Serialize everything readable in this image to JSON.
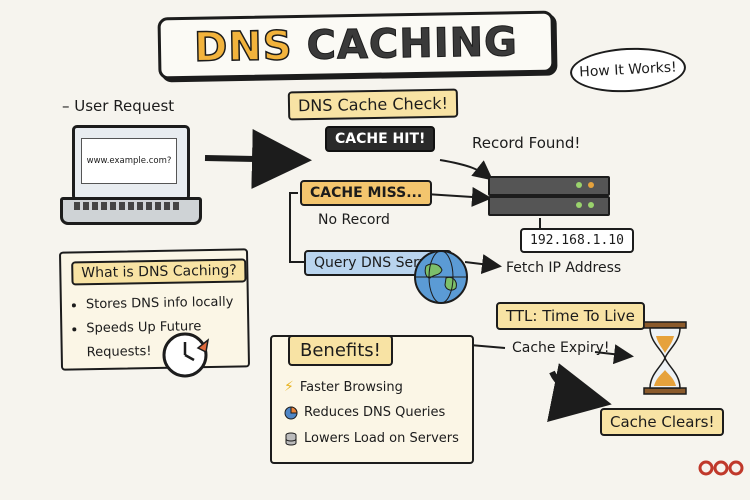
{
  "title": {
    "part1": "DNS",
    "part2": "CACHING"
  },
  "subtitle_bubble": "How It Works!",
  "user_request": "– User Request",
  "laptop_url": "www.example.com?",
  "cache_check": "DNS Cache Check!",
  "cache_hit": "CACHE HIT!",
  "record_found": "Record Found!",
  "cache_miss": "CACHE MISS...",
  "no_record": "No Record",
  "ip_address": "192.168.1.10",
  "query_dns": "Query DNS Server",
  "fetch_ip": "Fetch IP Address",
  "info": {
    "heading": "What is DNS Caching?",
    "bullets": [
      "Stores DNS info locally",
      "Speeds Up Future Requests!"
    ]
  },
  "benefits": {
    "heading": "Benefits!",
    "items": [
      {
        "icon": "lightning-icon",
        "label": "Faster Browsing"
      },
      {
        "icon": "pie-chart-icon",
        "label": "Reduces DNS Queries"
      },
      {
        "icon": "database-icon",
        "label": "Lowers Load on Servers"
      }
    ]
  },
  "ttl": "TTL: Time To Live",
  "cache_expiry": "Cache Expiry!",
  "cache_clears": "Cache Clears!",
  "colors": {
    "accent": "#f2b33c",
    "dark": "#2a2a2a",
    "blue": "#b9d4ee",
    "note": "#f8e3a4"
  }
}
